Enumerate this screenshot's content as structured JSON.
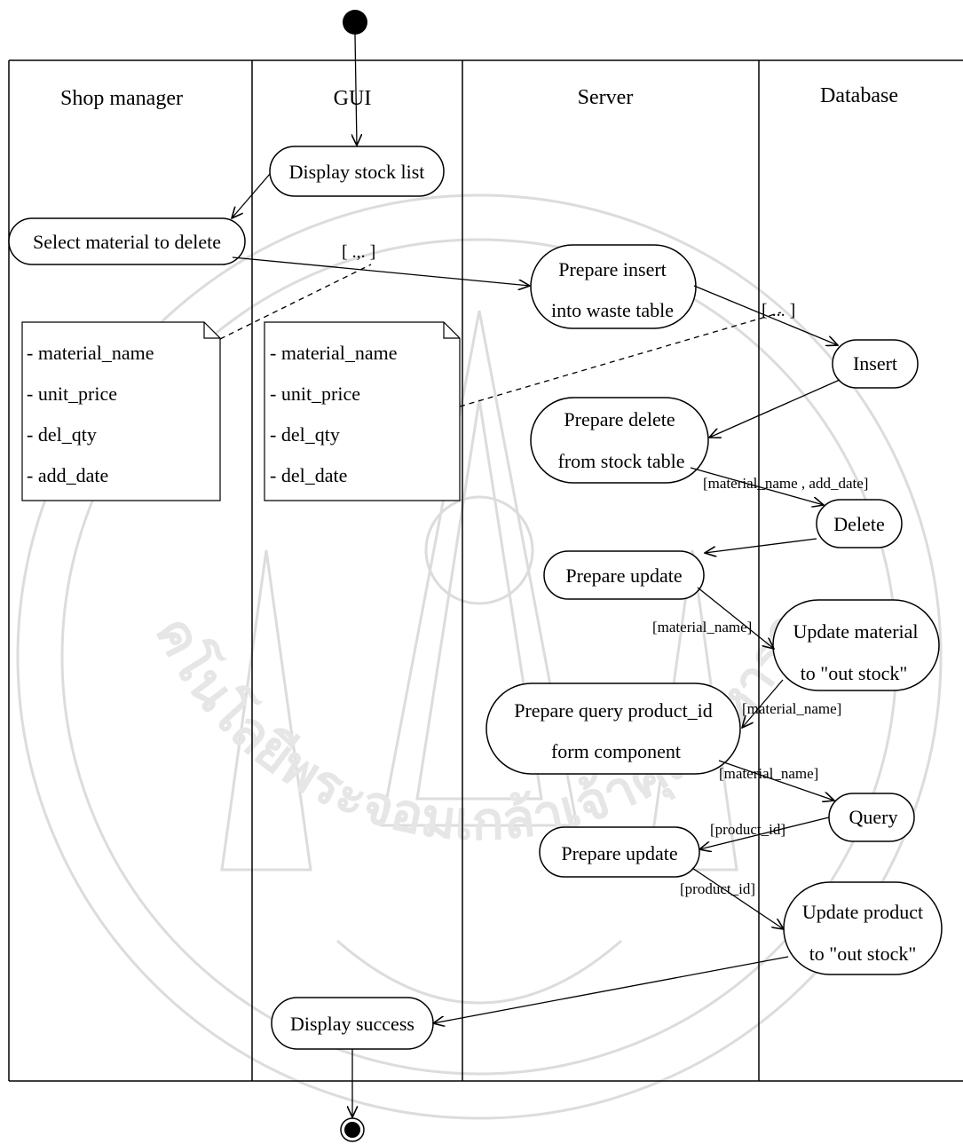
{
  "lanes": {
    "shop_manager": "Shop manager",
    "gui": "GUI",
    "server": "Server",
    "database": "Database"
  },
  "nodes": {
    "display_stock_list": [
      "Display stock list"
    ],
    "select_material": [
      "Select material to delete"
    ],
    "prepare_insert": [
      "Prepare insert",
      "into waste table"
    ],
    "insert": [
      "Insert"
    ],
    "prepare_delete": [
      "Prepare delete",
      "from stock table"
    ],
    "delete": [
      "Delete"
    ],
    "prepare_update_1": [
      "Prepare update"
    ],
    "update_material": [
      "Update material",
      "to \"out stock\""
    ],
    "prepare_query": [
      "Prepare query product_id",
      "form component"
    ],
    "query": [
      "Query"
    ],
    "prepare_update_2": [
      "Prepare update"
    ],
    "update_product": [
      "Update product",
      "to \"out stock\""
    ],
    "display_success": [
      "Display success"
    ]
  },
  "notes": {
    "manager_note": [
      "- material_name",
      "- unit_price",
      "- del_qty",
      "- add_date"
    ],
    "gui_note": [
      "- material_name",
      "- unit_price",
      "- del_qty",
      "- del_date"
    ]
  },
  "guards": {
    "note1": "[ .,. ]",
    "note2": "[ ... ]",
    "delete_guard": "[material_name , add_date]",
    "update_material_guard": "[material_name]",
    "query_prep_guard": "[material_name]",
    "query_guard": "[material_name]",
    "product_guard": "[product_id]",
    "update_product_guard": "[product_id]"
  },
  "watermark": "สถาบันเทคโนโลยีพระจอมเกล้าเจ้าคุณทหารลาดกระบัง"
}
